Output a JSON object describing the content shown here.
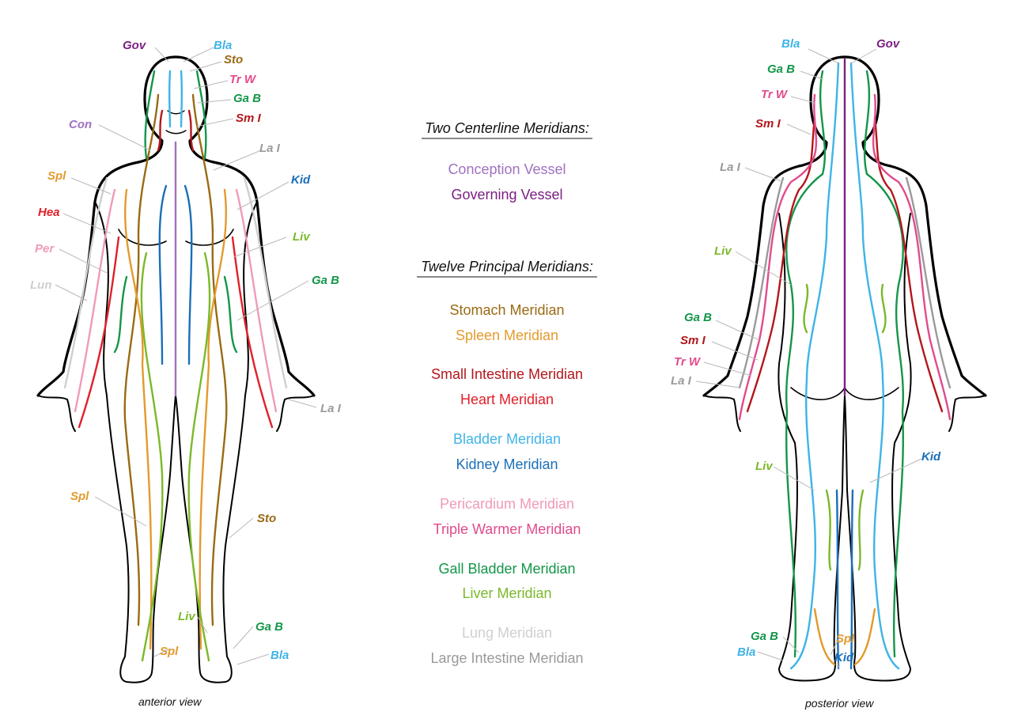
{
  "colors": {
    "gov": "#7b1f82",
    "con": "#a071bf",
    "bla": "#3fb4e6",
    "kid": "#1a6fb8",
    "sto": "#9a6a14",
    "spl": "#e39a2d",
    "sm_i": "#b3161b",
    "hea": "#e0202a",
    "per": "#f09ab8",
    "tr_w": "#e14b8b",
    "ga_b": "#14964a",
    "liv": "#7ab929",
    "lun": "#cfcfcf",
    "la_i": "#9a9a9a"
  },
  "legend": {
    "centerline_heading": "Two Centerline Meridians:",
    "conception": "Conception Vessel",
    "governing": "Governing Vessel",
    "principal_heading": "Twelve Principal Meridians:",
    "stomach": "Stomach Meridian",
    "spleen": "Spleen Meridian",
    "small_intestine": "Small Intestine Meridian",
    "heart": "Heart Meridian",
    "bladder": "Bladder Meridian",
    "kidney": "Kidney Meridian",
    "pericardium": "Pericardium Meridian",
    "triple_warmer": "Triple Warmer Meridian",
    "gall_bladder": "Gall Bladder Meridian",
    "liver": "Liver Meridian",
    "lung": "Lung Meridian",
    "large_intestine": "Large Intestine Meridian"
  },
  "anterior": {
    "caption": "anterior view",
    "labels": {
      "gov": "Gov",
      "bla_top": "Bla",
      "sto_top": "Sto",
      "trw": "Tr W",
      "gab_top": "Ga B",
      "smi": "Sm I",
      "con": "Con",
      "lai_top": "La I",
      "spl_top": "Spl",
      "kid": "Kid",
      "hea": "Hea",
      "liv_mid": "Liv",
      "per": "Per",
      "gab_mid": "Ga B",
      "lun": "Lun",
      "lai_hand": "La I",
      "spl_leg": "Spl",
      "sto_leg": "Sto",
      "liv_foot": "Liv",
      "gab_foot": "Ga B",
      "spl_foot": "Spl",
      "bla_foot": "Bla"
    }
  },
  "posterior": {
    "caption": "posterior view",
    "labels": {
      "bla_top": "Bla",
      "gov": "Gov",
      "gab_top": "Ga B",
      "trw_top": "Tr W",
      "smi_top": "Sm I",
      "lai_top": "La I",
      "liv_mid": "Liv",
      "gab_arm": "Ga B",
      "smi_arm": "Sm I",
      "trw_arm": "Tr W",
      "lai_arm": "La I",
      "liv_leg": "Liv",
      "kid_leg": "Kid",
      "gab_foot": "Ga B",
      "spl_foot": "Spl",
      "bla_foot": "Bla",
      "kid_foot": "Kid"
    }
  }
}
